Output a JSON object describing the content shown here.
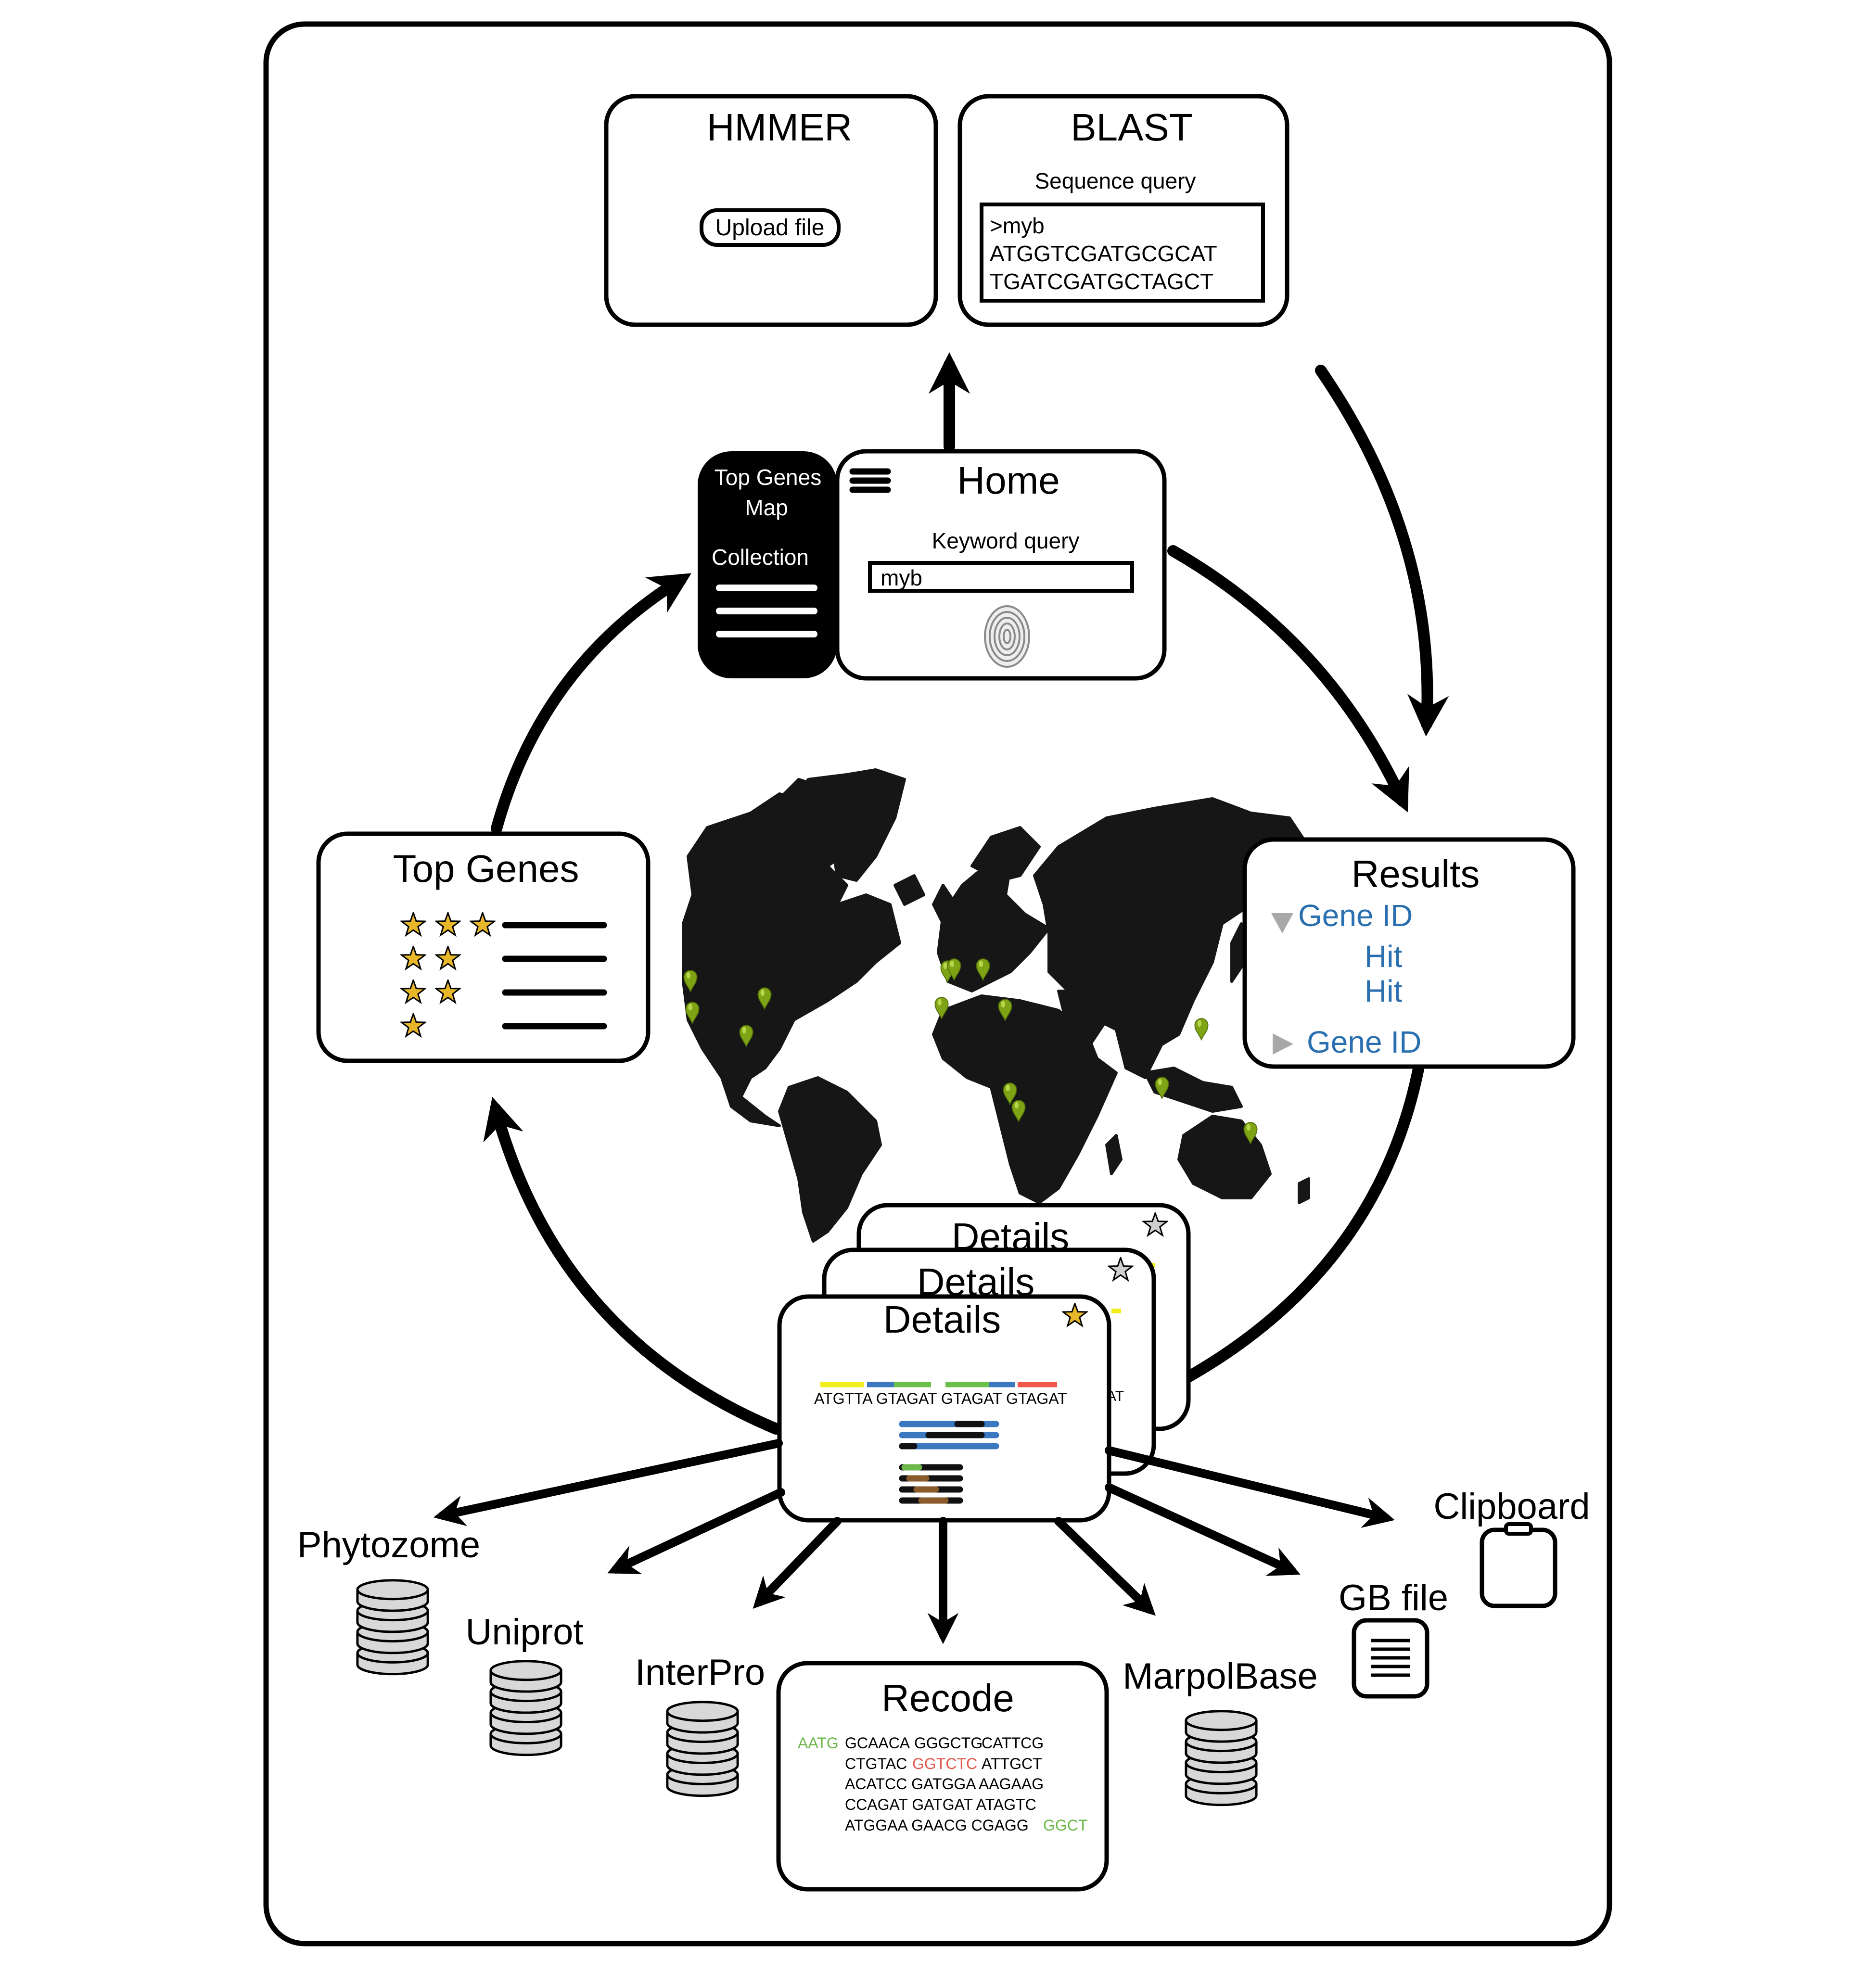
{
  "colors": {
    "stroke": "#000000",
    "link_blue": "#2a6fb0",
    "gold_star": "#e8b82a",
    "pin_green": "#7ea415",
    "red_seq": "#e0584c",
    "green_seq": "#6cb84a",
    "yellow_bar": "#f2ee1c",
    "blue_bar": "#3a78c0",
    "green_bar": "#6cc04a",
    "red_bar": "#f0584c",
    "disk_gray": "#d8d8d8",
    "triangle_gray": "#a8a8a8",
    "map_land": "#161616"
  },
  "hmmer": {
    "title": "HMMER",
    "upload_button": "Upload file"
  },
  "blast": {
    "title": "BLAST",
    "query_label": "Sequence query",
    "query_lines": [
      ">myb",
      "ATGGTCGATGCGCAT",
      "TGATCGATGCTAGCT"
    ]
  },
  "home": {
    "sidebar_items": [
      "Top Genes",
      "Map",
      "Collection"
    ],
    "title": "Home",
    "query_label": "Keyword query",
    "query_value": "myb",
    "menu_icon": "hamburger-icon",
    "logo_icon": "fingerprint-logo"
  },
  "results": {
    "title": "Results",
    "items": [
      {
        "label": "Gene ID",
        "expanded": true
      },
      {
        "label": "Hit"
      },
      {
        "label": "Hit"
      },
      {
        "label": "Gene ID",
        "expanded": false
      }
    ]
  },
  "top_genes": {
    "title": "Top Genes",
    "star_rows": [
      3,
      2,
      2,
      1
    ]
  },
  "details": {
    "titles": [
      "Details",
      "Details",
      "Details"
    ],
    "sequence": "ATGTTA GTAGAT GTAGAT GTAGAT",
    "back_card_fragment": "AT",
    "favorited_star": "gold-star-icon",
    "unfavorited_star": "star-outline-icon"
  },
  "outputs": {
    "phytozome": "Phytozome",
    "uniprot": "Uniprot",
    "interpro": "InterPro",
    "marpolbase": "MarpolBase",
    "gb_file": "GB file",
    "clipboard": "Clipboard"
  },
  "recode": {
    "title": "Recode",
    "line1": {
      "prefix": "AATG",
      "a": "GCAACA",
      "b": "GGGCTG",
      "c": "CATTCG"
    },
    "line2": {
      "a": "CTGTAC",
      "b": "GGTCTC",
      "c": "ATTGCT"
    },
    "line3": "ACATCC GATGGA AAGAAG",
    "line4": "CCAGAT GATGAT ATAGTC",
    "line5": {
      "a": "ATGGAA GAACG CGAGG",
      "suffix": "GGCT"
    }
  }
}
